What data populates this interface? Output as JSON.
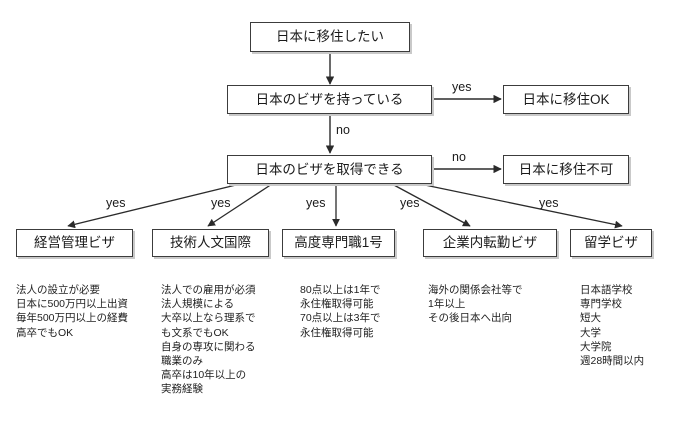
{
  "diagram": {
    "title_node": {
      "label": "日本に移住したい"
    },
    "decisions": [
      {
        "id": "has-visa",
        "label": "日本のビザを持っている"
      },
      {
        "id": "can-get-visa",
        "label": "日本のビザを取得できる"
      }
    ],
    "outcomes": [
      {
        "id": "migrate-ok",
        "label": "日本に移住OK"
      },
      {
        "id": "migrate-no",
        "label": "日本に移住不可"
      }
    ],
    "edge_labels": {
      "has_visa_yes": "yes",
      "has_visa_no": "no",
      "can_get_visa_no": "no",
      "branch_yes_1": "yes",
      "branch_yes_2": "yes",
      "branch_yes_3": "yes",
      "branch_yes_4": "yes",
      "branch_yes_5": "yes"
    },
    "visa_types": [
      {
        "id": "keiei-kanri",
        "label": "経営管理ビザ",
        "notes": "法人の設立が必要\n日本に500万円以上出資\n毎年500万円以上の経費\n高卒でもOK"
      },
      {
        "id": "gijutsu-jinbun",
        "label": "技術人文国際",
        "notes": "法人での雇用が必須\n法人規模による\n大卒以上なら理系で\nも文系でもOK\n自身の専攻に関わる\n職業のみ\n高卒は10年以上の\n実務経験"
      },
      {
        "id": "kodo-senmon",
        "label": "高度専門職1号",
        "notes": "80点以上は1年で\n永住権取得可能\n70点以上は3年で\n永住権取得可能"
      },
      {
        "id": "kigyonai-tenkin",
        "label": "企業内転勤ビザ",
        "notes": "海外の関係会社等で\n1年以上\nその後日本へ出向"
      },
      {
        "id": "ryugaku",
        "label": "留学ビザ",
        "notes": "日本語学校\n専門学校\n短大\n大学\n大学院\n週28時間以内"
      }
    ],
    "colors": {
      "line": "#2b2b2b",
      "box_border": "#3c3c3c",
      "shadow": "#c9c9c9",
      "text": "#1a1a1a",
      "background": "#ffffff"
    }
  }
}
